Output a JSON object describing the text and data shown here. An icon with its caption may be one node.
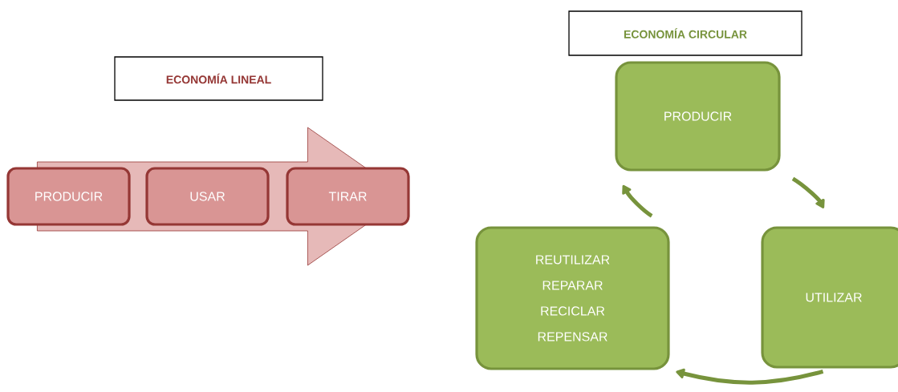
{
  "diagram": {
    "nodes": [
      {
        "text": [
          "ECONOMÍA LINEAL"
        ]
      },
      {
        "text": [
          "PRODUCIR"
        ]
      },
      {
        "text": [
          "USAR"
        ]
      },
      {
        "text": [
          "TIRAR"
        ]
      },
      {
        "text": [
          "ECONOMÍA CIRCULAR"
        ]
      },
      {
        "text": [
          "PRODUCIR"
        ]
      },
      {
        "text": [
          "UTILIZAR"
        ]
      },
      {
        "text": [
          "REUTILIZAR",
          "REPARAR",
          "RECICLAR",
          "REPENSAR"
        ]
      }
    ],
    "edges": [
      {
        "from": 5,
        "to": 6,
        "arrow": "to"
      },
      {
        "from": 6,
        "to": 7,
        "arrow": "to"
      },
      {
        "from": 7,
        "to": 5,
        "arrow": "to"
      },
      {
        "from": 1,
        "to": 3,
        "arrow": "to"
      }
    ]
  }
}
